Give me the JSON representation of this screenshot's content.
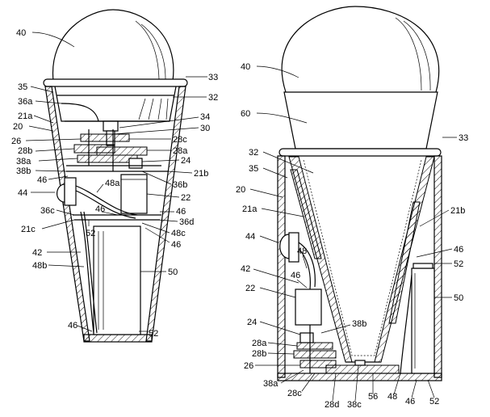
{
  "left_figure": {
    "labels": [
      "40",
      "35",
      "33",
      "36a",
      "32",
      "21a",
      "34",
      "20",
      "30",
      "26",
      "28c",
      "28b",
      "28a",
      "38a",
      "24",
      "38b",
      "21b",
      "46",
      "36b",
      "44",
      "48a",
      "22",
      "36c",
      "46",
      "46",
      "36d",
      "21c",
      "52",
      "48c",
      "46",
      "42",
      "48b",
      "50",
      "46",
      "52"
    ]
  },
  "right_figure": {
    "labels": [
      "40",
      "60",
      "33",
      "32",
      "35",
      "20",
      "21a",
      "21b",
      "44",
      "48",
      "46",
      "42",
      "46",
      "52",
      "22",
      "50",
      "24",
      "38b",
      "28a",
      "28b",
      "26",
      "38a",
      "28c",
      "28d",
      "38c",
      "56",
      "48",
      "46",
      "52"
    ]
  }
}
